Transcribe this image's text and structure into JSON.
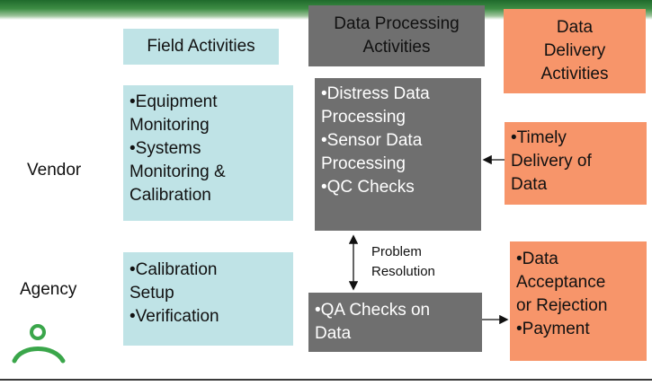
{
  "headers": {
    "field": "Field Activities",
    "processing": [
      "Data Processing",
      "Activities"
    ],
    "delivery": [
      "Data",
      "Delivery",
      "Activities"
    ]
  },
  "rows": {
    "vendor": "Vendor",
    "agency": "Agency"
  },
  "vendor_field": [
    "•Equipment",
    "Monitoring",
    "•Systems",
    "Monitoring &",
    "Calibration"
  ],
  "vendor_processing": [
    "•Distress Data",
    "Processing",
    "•Sensor Data",
    "Processing",
    "•QC Checks"
  ],
  "vendor_delivery": [
    "•Timely",
    "Delivery of",
    "Data"
  ],
  "agency_field": [
    "•Calibration",
    "Setup",
    "•Verification"
  ],
  "agency_processing": [
    "•QA Checks on",
    "Data"
  ],
  "agency_delivery": [
    "•Data",
    "Acceptance",
    "or Rejection",
    "•Payment"
  ],
  "annotation": [
    "Problem",
    "Resolution"
  ],
  "colors": {
    "field": "#bfe3e6",
    "processing": "#6f6f6f",
    "delivery": "#f7956a",
    "logo": "#3aa64a"
  }
}
